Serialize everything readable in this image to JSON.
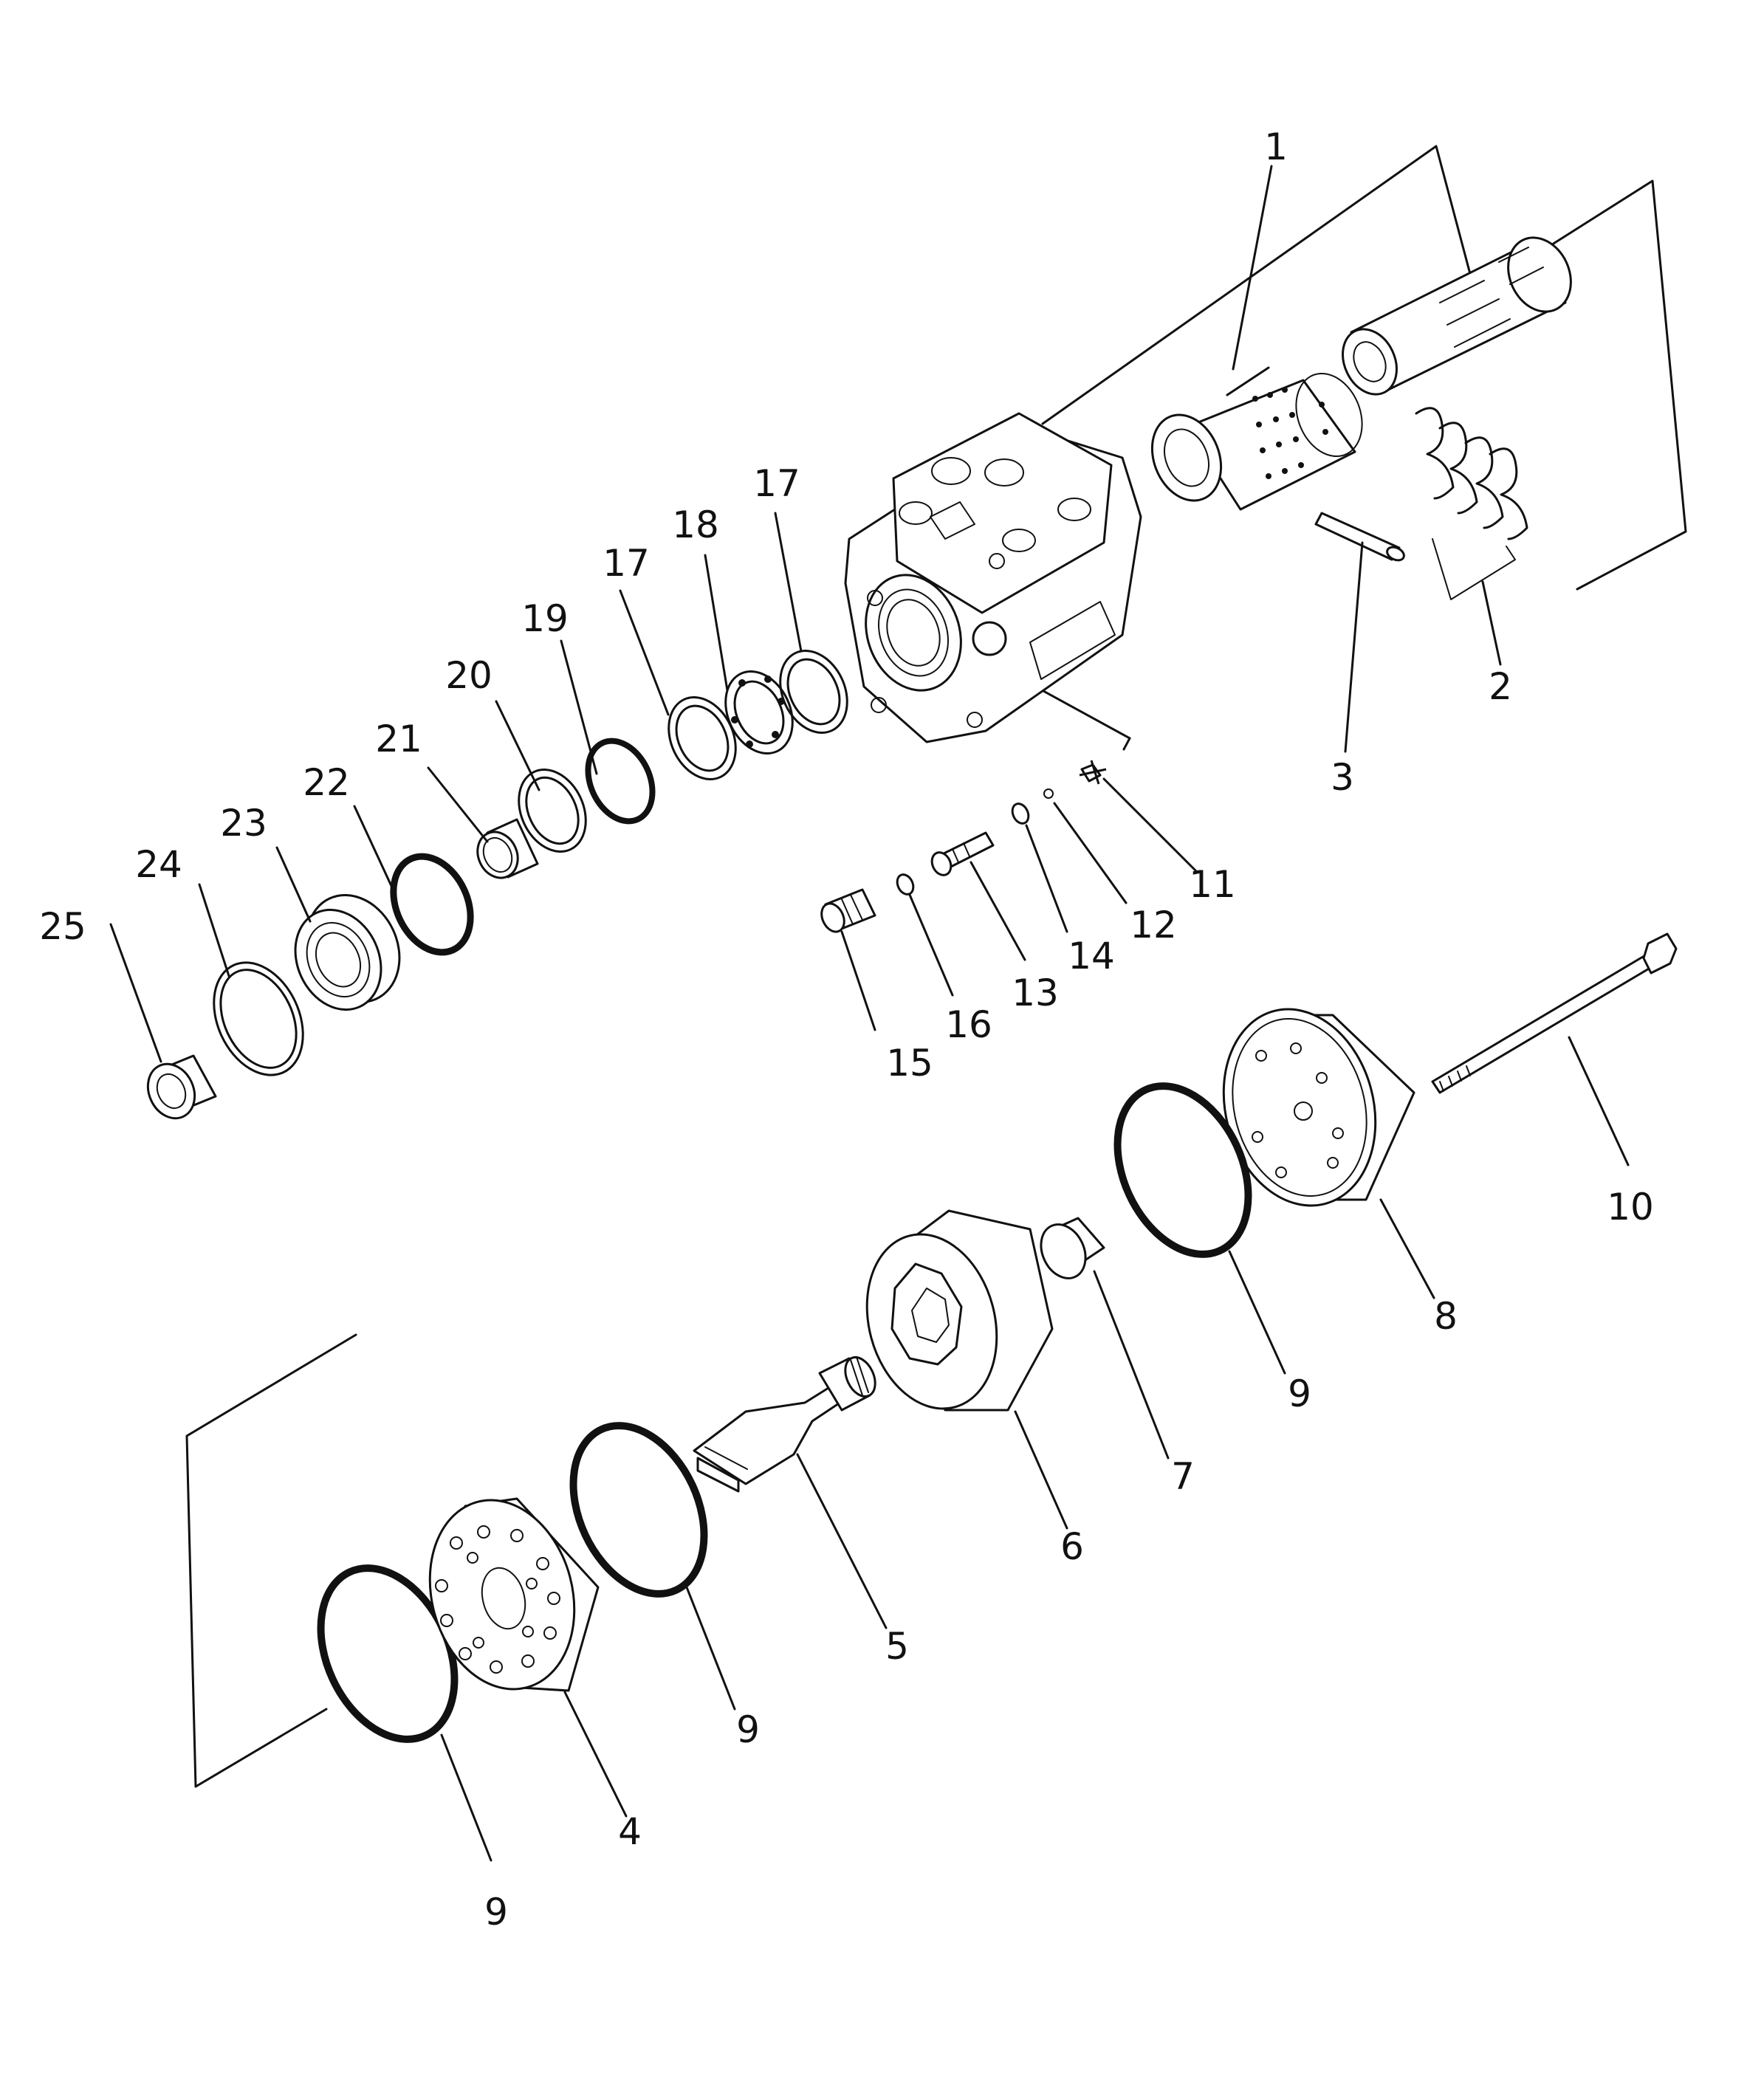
{
  "callouts": [
    {
      "key": "p1",
      "text": "1"
    },
    {
      "key": "p2",
      "text": "2"
    },
    {
      "key": "p3",
      "text": "3"
    },
    {
      "key": "p4",
      "text": "4"
    },
    {
      "key": "p5",
      "text": "5"
    },
    {
      "key": "p6",
      "text": "6"
    },
    {
      "key": "p7",
      "text": "7"
    },
    {
      "key": "p8",
      "text": "8"
    },
    {
      "key": "p9a",
      "text": "9"
    },
    {
      "key": "p9b",
      "text": "9"
    },
    {
      "key": "p9c",
      "text": "9"
    },
    {
      "key": "p10",
      "text": "10"
    },
    {
      "key": "p11",
      "text": "11"
    },
    {
      "key": "p12",
      "text": "12"
    },
    {
      "key": "p13",
      "text": "13"
    },
    {
      "key": "p14",
      "text": "14"
    },
    {
      "key": "p15",
      "text": "15"
    },
    {
      "key": "p16",
      "text": "16"
    },
    {
      "key": "p17a",
      "text": "17"
    },
    {
      "key": "p17b",
      "text": "17"
    },
    {
      "key": "p18",
      "text": "18"
    },
    {
      "key": "p19",
      "text": "19"
    },
    {
      "key": "p20",
      "text": "20"
    },
    {
      "key": "p21",
      "text": "21"
    },
    {
      "key": "p22",
      "text": "22"
    },
    {
      "key": "p23",
      "text": "23"
    },
    {
      "key": "p24",
      "text": "24"
    },
    {
      "key": "p25",
      "text": "25"
    }
  ]
}
